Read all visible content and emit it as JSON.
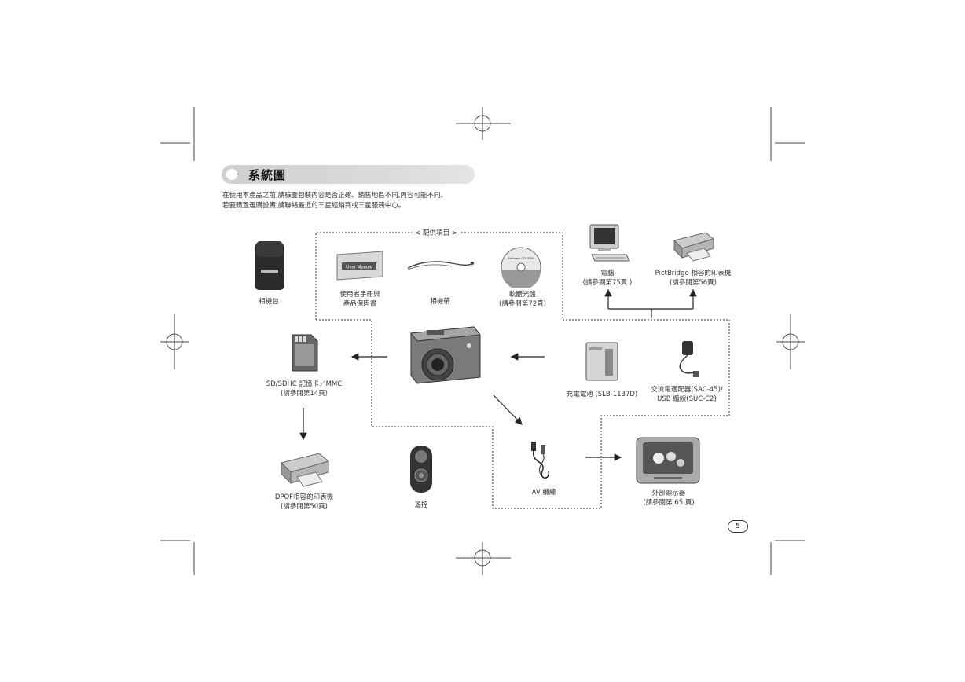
{
  "header": {
    "title": "系統圖"
  },
  "intro": {
    "line1": "在使用本產品之前,請檢查包裝內容是否正確。銷售地區不同,內容可能不同。",
    "line2": "若要購置選購設備,請聯絡最近的三星經銷商或三星服務中心。"
  },
  "bracket_label": "< 配供項目 >",
  "items": {
    "camera_case": {
      "line1": "相機包"
    },
    "user_manual": {
      "line1": "使用者手冊與",
      "line2": "產品保固書",
      "cover_text": "User Manual"
    },
    "strap": {
      "line1": "相機帶"
    },
    "software_cd": {
      "line1": "軟體光盤",
      "line2": "(請參閱第72頁)",
      "cd_text": "Software CD-ROM"
    },
    "computer": {
      "line1": "電腦",
      "line2": "(請參閱第75頁 )"
    },
    "pictbridge_printer": {
      "line1": "PictBridge 相容的印表機",
      "line2": "(請參閱第56頁)"
    },
    "sd_card": {
      "line1": "SD/SDHC 記憶卡／MMC",
      "line2": "(請參閱第14頁)"
    },
    "battery": {
      "line1": "充電電池 (SLB-1137D)"
    },
    "ac_adapter": {
      "line1": "交流電適配器(SAC-45)/",
      "line2": "USB 纜線(SUC-C2)"
    },
    "dpof_printer": {
      "line1": "DPOF相容的印表機",
      "line2": "(請參閱第50頁)"
    },
    "remote": {
      "line1": "遙控"
    },
    "av_cable": {
      "line1": "AV 纜線"
    },
    "external_monitor": {
      "line1": "外部顯示器",
      "line2": "(請參閱第 65 頁)"
    }
  },
  "page_number": "5",
  "icons": [
    "camera-case-icon",
    "user-manual-icon",
    "strap-icon",
    "cd-icon",
    "computer-icon",
    "printer-icon",
    "sd-card-icon",
    "battery-icon",
    "adapter-icon",
    "remote-icon",
    "av-cable-icon",
    "tv-icon",
    "camera-icon",
    "registration-mark-icon"
  ]
}
